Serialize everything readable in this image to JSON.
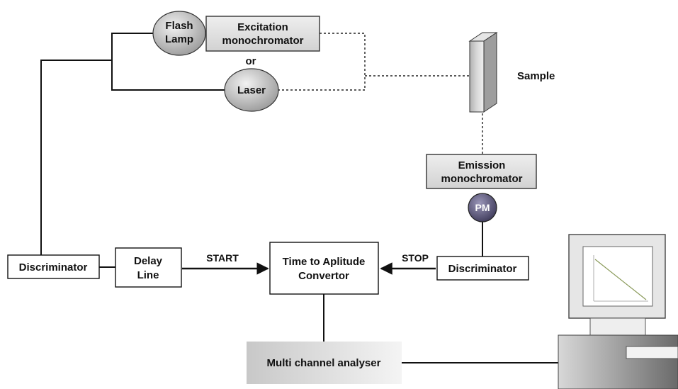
{
  "labels": {
    "flash_lamp_line1": "Flash",
    "flash_lamp_line2": "Lamp",
    "excitation_line1": "Excitation",
    "excitation_line2": "monochromator",
    "or": "or",
    "laser": "Laser",
    "sample": "Sample",
    "emission_line1": "Emission",
    "emission_line2": "monochromator",
    "pm": "PM",
    "discriminator_left": "Discriminator",
    "delay_line1": "Delay",
    "delay_line2": "Line",
    "start": "START",
    "tac_line1": "Time to Aplitude",
    "tac_line2": "Convertor",
    "stop": "STOP",
    "discriminator_right": "Discriminator",
    "mca": "Multi channel analyser"
  },
  "colors": {
    "lamp_fill": "#b8b8b8",
    "box_fill": "#dcdcdc",
    "pm_fill": "#6e6a8c",
    "line": "#111111"
  },
  "icons": {
    "computer": "computer-monitor-icon"
  }
}
